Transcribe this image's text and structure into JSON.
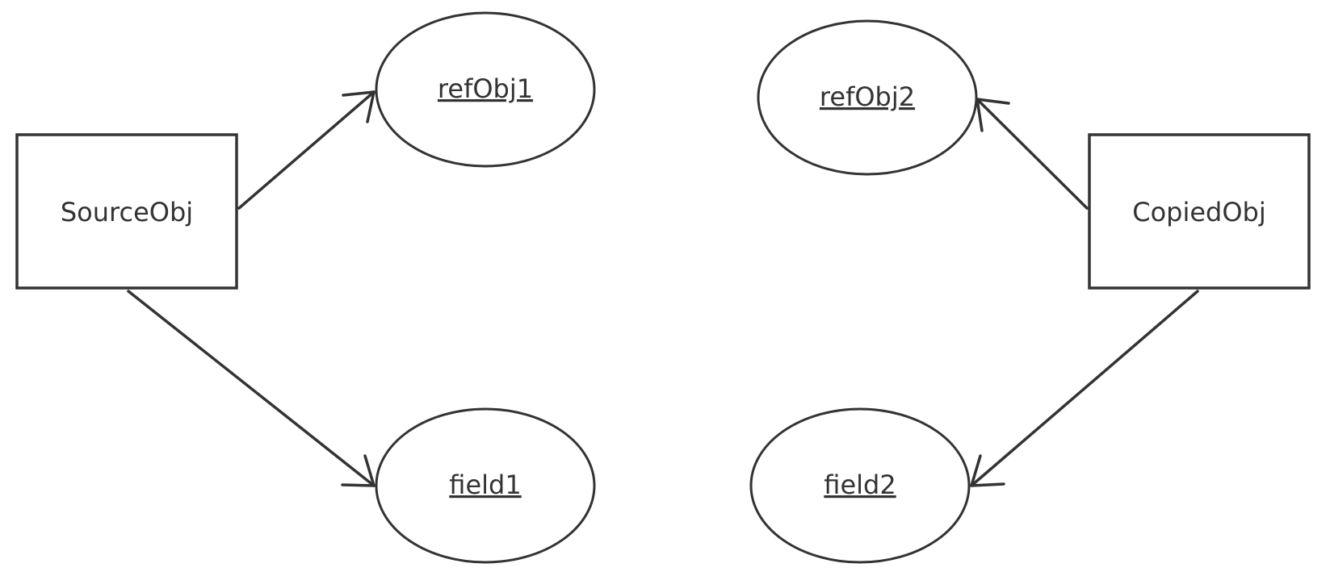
{
  "colors": {
    "stroke": "#333333",
    "background": "#ffffff",
    "text": "#333333"
  },
  "nodes": {
    "source_obj": {
      "label": "SourceObj"
    },
    "copied_obj": {
      "label": "CopiedObj"
    },
    "ref_obj_1": {
      "label": "refObj1"
    },
    "ref_obj_2": {
      "label": "refObj2"
    },
    "field_1": {
      "label": "field1"
    },
    "field_2": {
      "label": "field2"
    }
  }
}
